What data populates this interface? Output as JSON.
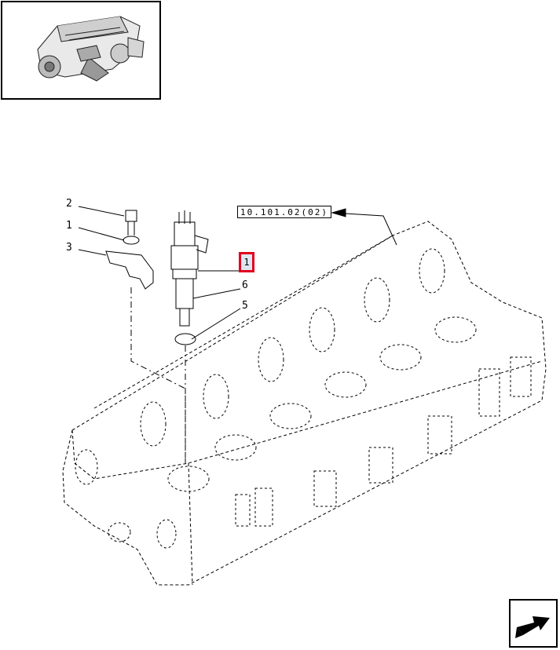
{
  "thumbnail": {
    "icon": "engine-thumbnail-icon"
  },
  "reference": {
    "label": "10.101.02(02)"
  },
  "callouts": [
    {
      "id": "2",
      "label": "2"
    },
    {
      "id": "1a",
      "label": "1"
    },
    {
      "id": "3",
      "label": "3"
    },
    {
      "id": "6",
      "label": "6"
    },
    {
      "id": "5",
      "label": "5"
    }
  ],
  "highlighted_part": {
    "label": "1",
    "color": "#e0001b"
  },
  "navigation": {
    "icon": "next-page-arrow-icon"
  }
}
